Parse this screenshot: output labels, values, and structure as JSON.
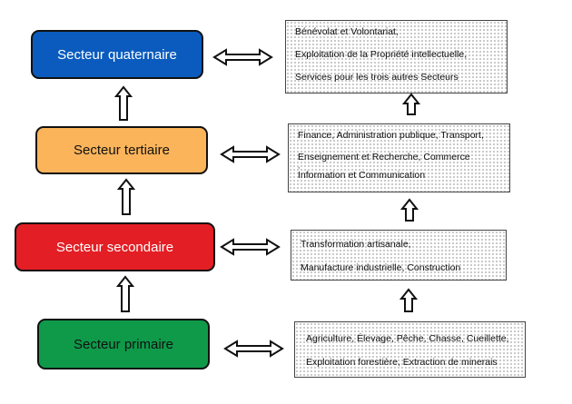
{
  "sectors": {
    "quaternaire": {
      "label": "Secteur quaternaire",
      "color": "#0a5bbd",
      "text_color": "#ffffff"
    },
    "tertiaire": {
      "label": "Secteur tertiaire",
      "color": "#fbb45a",
      "text_color": "#111111"
    },
    "secondaire": {
      "label": "Secteur secondaire",
      "color": "#e31e24",
      "text_color": "#ffffff"
    },
    "primaire": {
      "label": "Secteur primaire",
      "color": "#0f9a4a",
      "text_color": "#111111"
    }
  },
  "descriptions": {
    "quaternaire": [
      "Bénévolat et Volontariat,",
      "Exploitation de la Propriété intellectuelle,",
      "Services pour les trois autres Secteurs"
    ],
    "tertiaire": [
      "Finance, Administration publique, Transport,",
      "Enseignement et Recherche, Commerce",
      ",",
      "Information et Communication"
    ],
    "secondaire": [
      "Transformation artisanale,",
      "Manufacture industrielle, Construction"
    ],
    "primaire": [
      "Agriculture, Élevage, Pêche, Chasse, Cueillette,",
      "Exploitation forestière, Extraction de minerais"
    ]
  }
}
